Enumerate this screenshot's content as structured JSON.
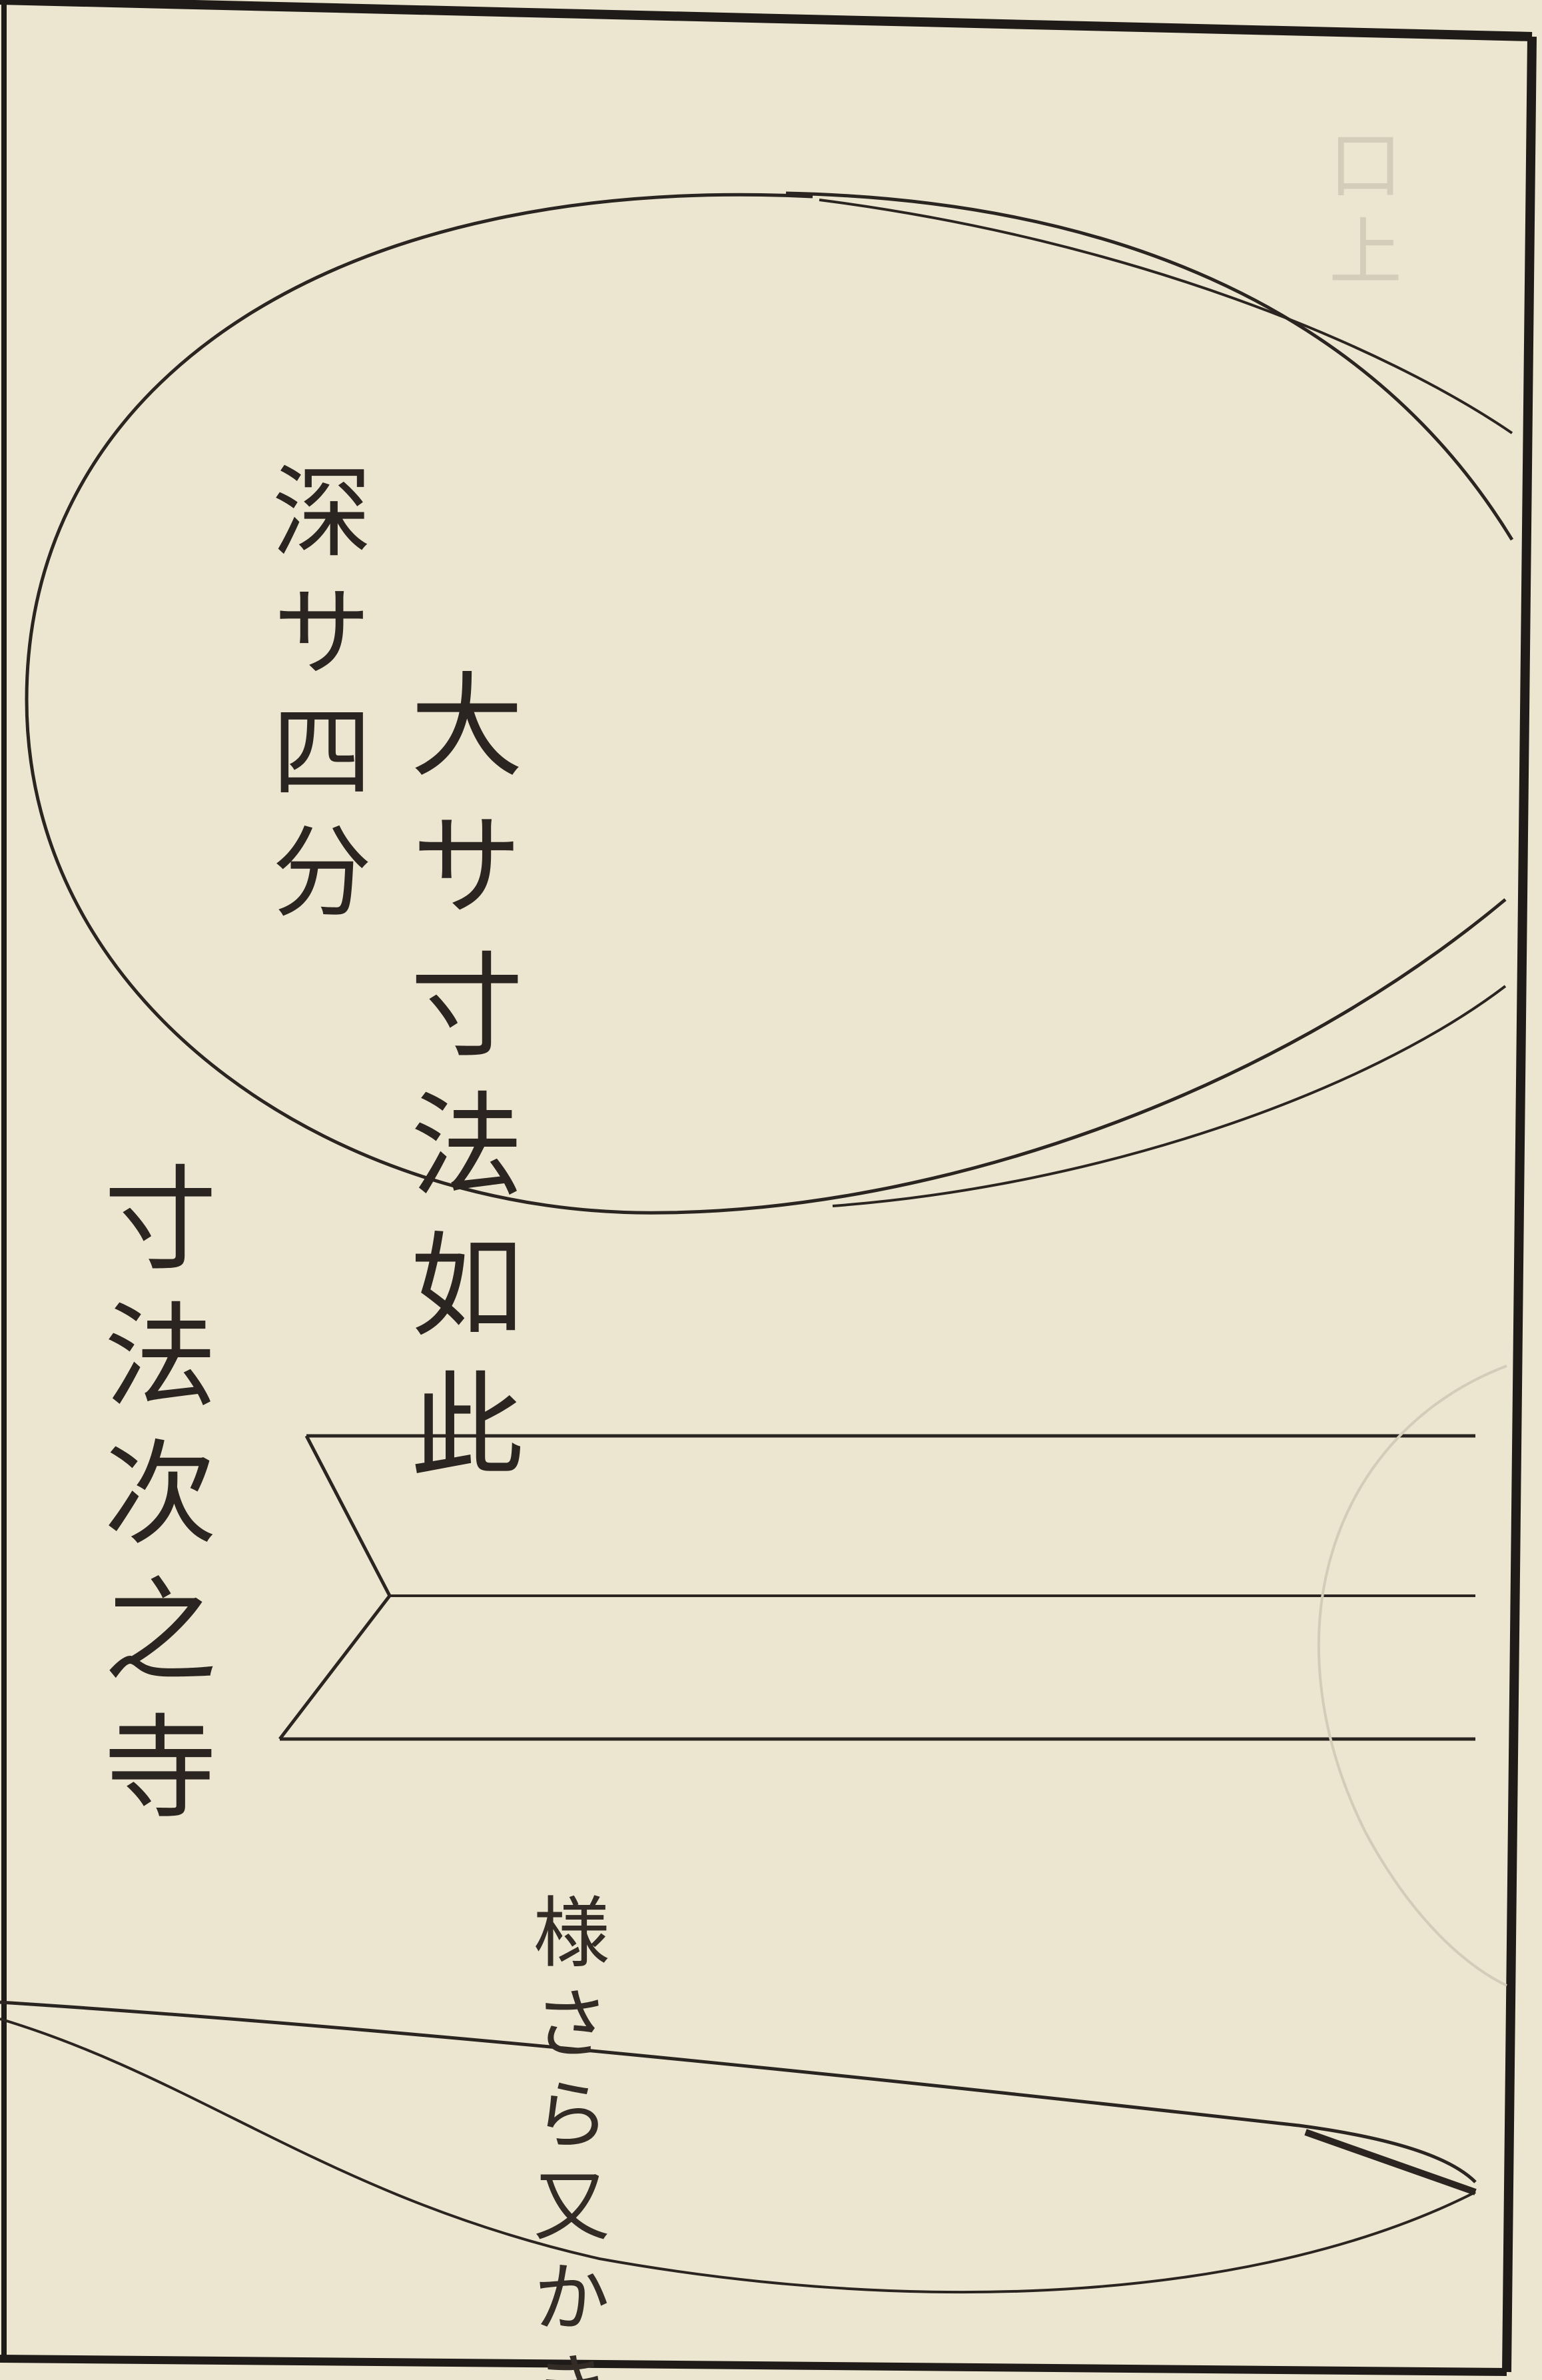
{
  "document": {
    "ladle_label": {
      "line_small": "深サ四分",
      "line_large": "大サ寸法如此"
    },
    "side_caption": "寸法次之寺",
    "lower_caption": "様さら又かき",
    "bleed_through": "口上"
  },
  "colors": {
    "paper": "#ece5cf",
    "ink": "#2a2520",
    "bleed": "#c9c3b0"
  }
}
